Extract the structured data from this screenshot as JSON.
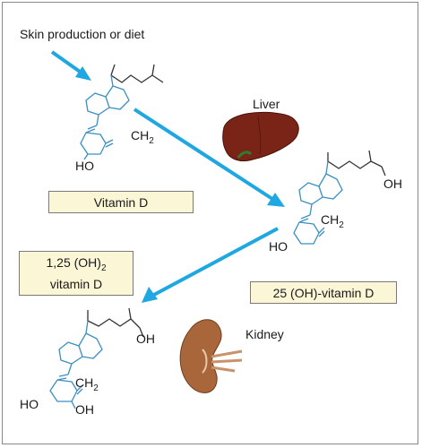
{
  "source_label": "Skin production or diet",
  "organs": {
    "liver_label": "Liver",
    "kidney_label": "Kidney"
  },
  "compounds": {
    "vitamin_d": {
      "box_label": "Vitamin D",
      "ch2": "CH",
      "ch2_sub": "2",
      "ho": "HO"
    },
    "hydroxy25": {
      "box_label": "25 (OH)-vitamin D",
      "ch2": "CH",
      "ch2_sub": "2",
      "ho": "HO",
      "oh": "OH"
    },
    "dihydroxy": {
      "box_line1": "1,25 (OH)",
      "box_line1_sub": "2",
      "box_line2": "vitamin D",
      "ch2": "CH",
      "ch2_sub": "2",
      "ho": "HO",
      "oh1": "OH",
      "oh2": "OH"
    }
  },
  "colors": {
    "arrow": "#1ea7e1",
    "structure": "#3a8fc1",
    "box_fill": "#fbf7d6",
    "liver": "#7a2418",
    "kidney": "#a9663a"
  }
}
